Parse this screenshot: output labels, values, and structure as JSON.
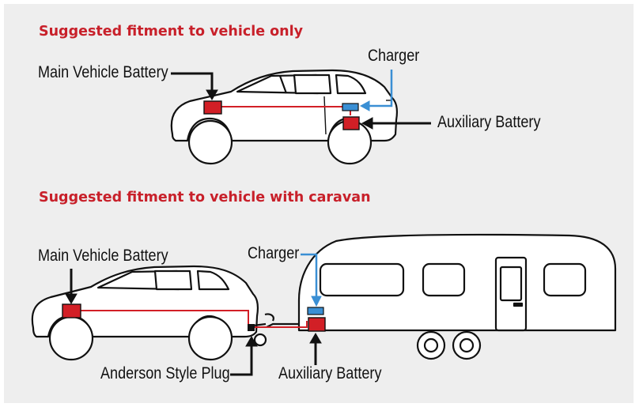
{
  "section1": {
    "heading": "Suggested fitment to vehicle only",
    "labels": {
      "main_battery": "Main Vehicle Battery",
      "charger": "Charger",
      "aux_battery": "Auxiliary Battery"
    }
  },
  "section2": {
    "heading": "Suggested fitment to vehicle with caravan",
    "labels": {
      "main_battery": "Main Vehicle Battery",
      "charger": "Charger",
      "anderson_plug": "Anderson Style Plug",
      "aux_battery": "Auxiliary Battery"
    }
  },
  "colors": {
    "heading": "#c8202a",
    "battery": "#d21f26",
    "charger": "#3a8fd4",
    "wire": "#d21f26",
    "arrow_blue": "#3a8fd4",
    "background": "#eeeeee"
  },
  "icons": [
    "car-icon",
    "caravan-icon",
    "battery-icon",
    "charger-icon",
    "arrow-icon",
    "anderson-plug-icon"
  ]
}
